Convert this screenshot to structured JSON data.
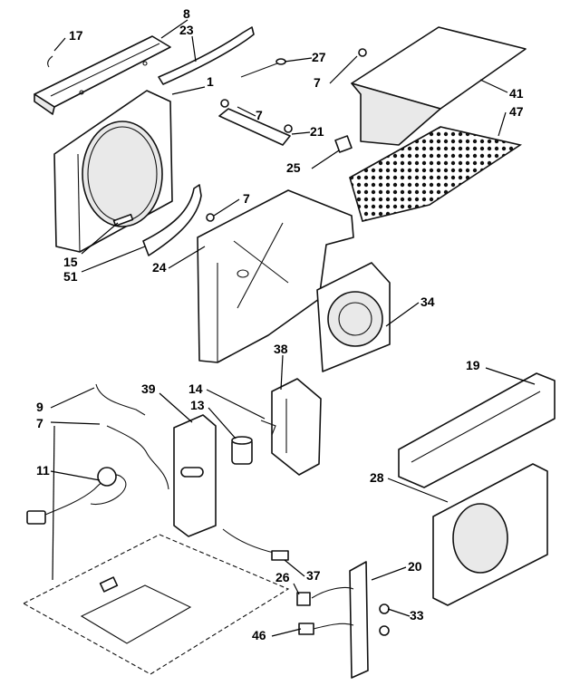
{
  "callouts": [
    {
      "id": "8",
      "label": "8"
    },
    {
      "id": "17",
      "label": "17"
    },
    {
      "id": "23",
      "label": "23"
    },
    {
      "id": "27",
      "label": "27"
    },
    {
      "id": "1",
      "label": "1"
    },
    {
      "id": "7a",
      "label": "7"
    },
    {
      "id": "7b",
      "label": "7"
    },
    {
      "id": "21",
      "label": "21"
    },
    {
      "id": "41",
      "label": "41"
    },
    {
      "id": "47",
      "label": "47"
    },
    {
      "id": "25",
      "label": "25"
    },
    {
      "id": "7c",
      "label": "7"
    },
    {
      "id": "15",
      "label": "15"
    },
    {
      "id": "51",
      "label": "51"
    },
    {
      "id": "24",
      "label": "24"
    },
    {
      "id": "34",
      "label": "34"
    },
    {
      "id": "38",
      "label": "38"
    },
    {
      "id": "19",
      "label": "19"
    },
    {
      "id": "9",
      "label": "9"
    },
    {
      "id": "39",
      "label": "39"
    },
    {
      "id": "14",
      "label": "14"
    },
    {
      "id": "7d",
      "label": "7"
    },
    {
      "id": "13",
      "label": "13"
    },
    {
      "id": "11",
      "label": "11"
    },
    {
      "id": "28",
      "label": "28"
    },
    {
      "id": "20",
      "label": "20"
    },
    {
      "id": "26",
      "label": "26"
    },
    {
      "id": "37",
      "label": "37"
    },
    {
      "id": "33",
      "label": "33"
    },
    {
      "id": "46",
      "label": "46"
    }
  ]
}
